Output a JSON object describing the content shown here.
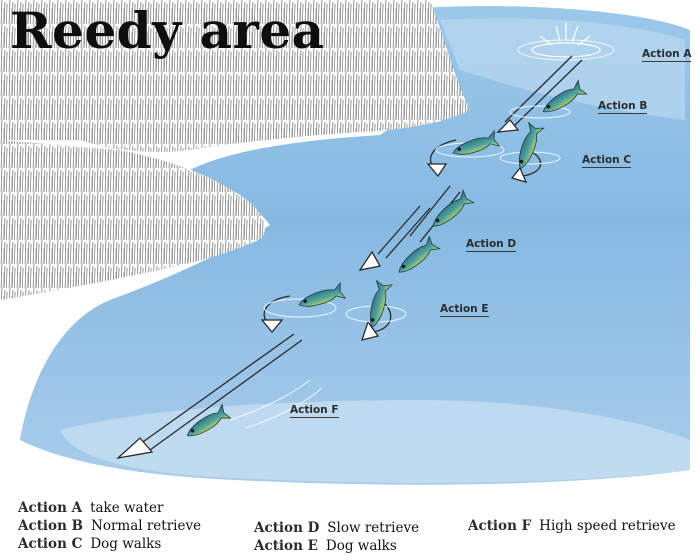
{
  "title": "Reedy area",
  "diagram_labels": {
    "action_a": "Action A",
    "action_b": "Action B",
    "action_c": "Action C",
    "action_d": "Action D",
    "action_e": "Action E",
    "action_f": "Action F"
  },
  "legend": [
    {
      "key": "Action A",
      "desc": "take water"
    },
    {
      "key": "Action B",
      "desc": "Normal retrieve"
    },
    {
      "key": "Action C",
      "desc": "Dog walks"
    },
    {
      "key": "Action D",
      "desc": "Slow retrieve"
    },
    {
      "key": "Action E",
      "desc": "Dog walks"
    },
    {
      "key": "Action F",
      "desc": "High speed retrieve"
    }
  ],
  "colors": {
    "water_deep": "#79b2de",
    "water_light": "#bcd9ef",
    "lure_body": "#3f8f95",
    "lure_belly": "#d8dc3c"
  }
}
